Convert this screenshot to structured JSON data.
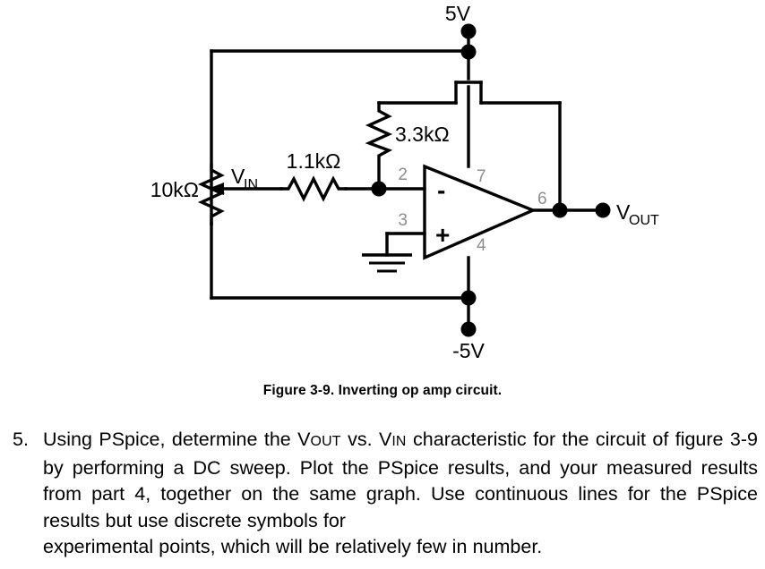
{
  "figure": {
    "caption": "Figure 3-9.  Inverting op amp circuit.",
    "supply_top_label": "5V",
    "supply_bottom_label": "-5V",
    "pot_label": "10kΩ",
    "input_node_label_v": "V",
    "input_node_label_sub": "IN",
    "series_resistor_label": "1.1kΩ",
    "feedback_resistor_label": "3.3kΩ",
    "output_label_v": "V",
    "output_label_sub": "OUT",
    "opamp_minus": "-",
    "opamp_plus": "+",
    "pins": {
      "inverting": "2",
      "noninverting": "3",
      "vpos": "7",
      "vneg": "4",
      "output": "6"
    },
    "colors": {
      "wire": "#000000",
      "pin_text": "#8c8c8c",
      "background": "#ffffff"
    }
  },
  "body": {
    "marker": "5.",
    "line1_a": "Using PSpice, determine the ",
    "line1_vout_v": "V",
    "line1_vout_sub": "OUT",
    "line1_b": " vs. ",
    "line1_vin_v": "V",
    "line1_vin_sub": "IN",
    "line1_c": " characteristic for the circuit of figure 3-9 by performing a DC sweep.  Plot the PSpice results, and your measured results from part 4, together on the same graph.  Use continuous lines for the PSpice results but use discrete symbols for ",
    "lastline": "experimental points, which will be relatively few in number."
  }
}
